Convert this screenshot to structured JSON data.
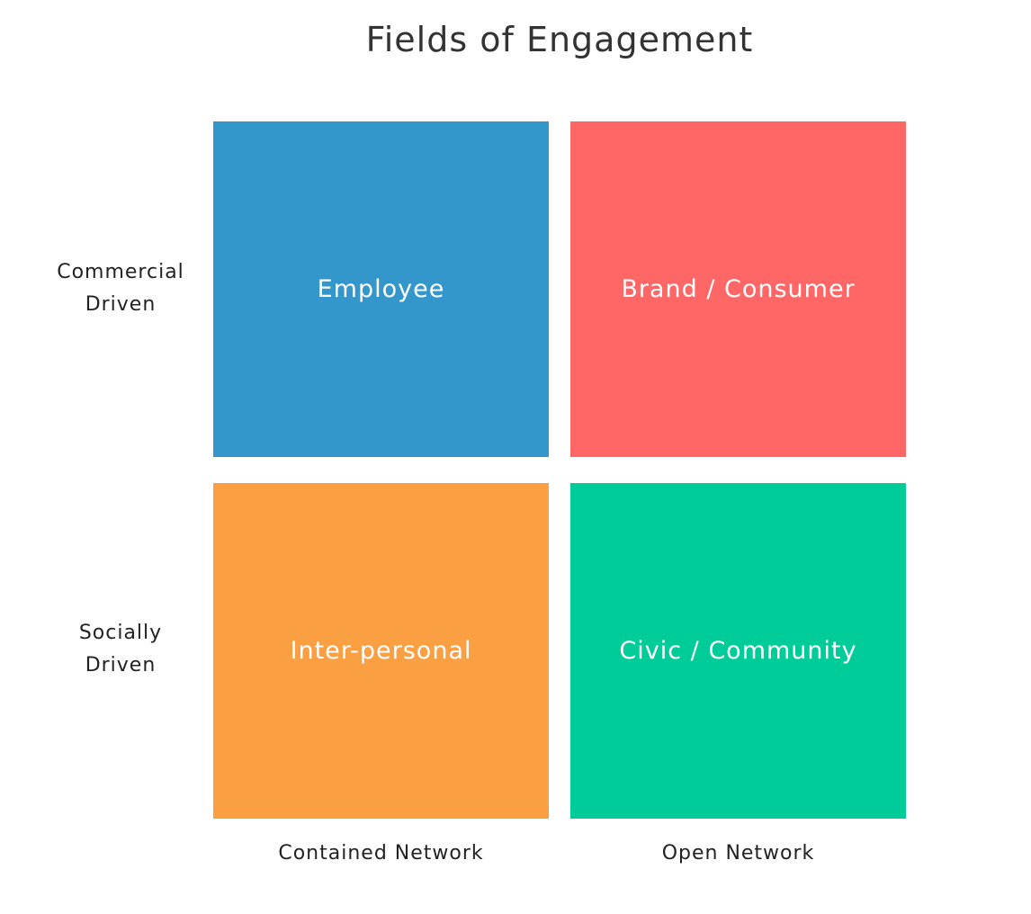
{
  "title": "Fields of Engagement",
  "rows": {
    "top": {
      "line1": "Commercial",
      "line2": "Driven"
    },
    "bottom": {
      "line1": "Socially",
      "line2": "Driven"
    }
  },
  "columns": {
    "left": "Contained Network",
    "right": "Open Network"
  },
  "quadrants": {
    "top_left": {
      "label": "Employee",
      "color": "#3497CB"
    },
    "top_right": {
      "label": "Brand / Consumer",
      "color": "#FF6666"
    },
    "bottom_left": {
      "label": "Inter-personal",
      "color": "#FBA042"
    },
    "bottom_right": {
      "label": "Civic / Community",
      "color": "#00CC99"
    }
  }
}
